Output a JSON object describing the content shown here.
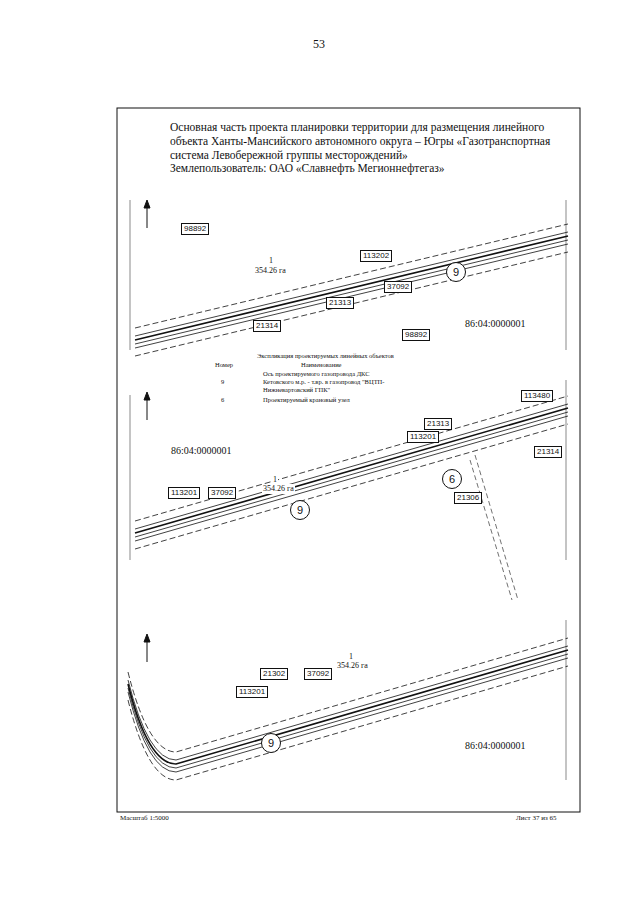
{
  "diagram": {
    "title": "Основная часть проекта планировки территории для размещения линейного объекта Ханты-Мансийского автономного округа – Югры «Газотранспортная система Левобережной группы месторождений»",
    "nodes": [
      {
        "text": [
          "98892"
        ]
      },
      {
        "text": [
          "113202"
        ]
      },
      {
        "text": [
          "37092"
        ]
      },
      {
        "text": [
          "21313"
        ]
      },
      {
        "text": [
          "9"
        ]
      },
      {
        "text": [
          "21314"
        ]
      },
      {
        "text": [
          "98892"
        ]
      },
      {
        "text": [
          "113480"
        ]
      },
      {
        "text": [
          "21313"
        ]
      },
      {
        "text": [
          "113201"
        ]
      },
      {
        "text": [
          "113201"
        ]
      },
      {
        "text": [
          "37092"
        ]
      },
      {
        "text": [
          "6"
        ]
      },
      {
        "text": [
          "21306"
        ]
      },
      {
        "text": [
          "21314"
        ]
      },
      {
        "text": [
          "9"
        ]
      },
      {
        "text": [
          "113201"
        ]
      },
      {
        "text": [
          "21302"
        ]
      },
      {
        "text": [
          "37092"
        ]
      },
      {
        "text": [
          "9"
        ]
      }
    ],
    "labels": [
      "53",
      "Землепользователь: ОАО «Славнефть Мегионнефтегаз»",
      "1",
      "354.26 га",
      "86:04:0000001",
      "Экспликация проектируемых линейных объектов",
      "Номер",
      "Наименование",
      "Ось проектируемого газопровода ДКС Кетовского м.р. - т.вр. в газопровод \"ВЦТП-Нижневартовский ГПК\"",
      "9",
      "6",
      "Проектируемый крановый узел",
      "86:04:0000001",
      "1",
      "354.26 га",
      "1",
      "354.26 га",
      "86:04:0000001",
      "Масштаб 1:5000",
      "Лист 37 из 65"
    ]
  }
}
